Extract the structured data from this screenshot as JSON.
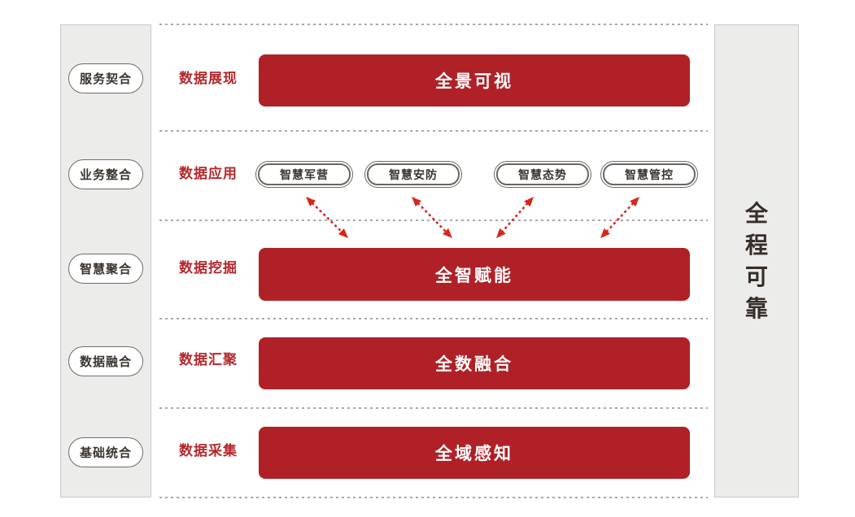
{
  "colors": {
    "bar_red": "#b02127",
    "label_red": "#b3282c",
    "arrow_red": "#d8261c",
    "sidebar_bg": "#ececeb",
    "pill_border": "#6b665f",
    "dotted_line": "#a8a8a8"
  },
  "left_sidebar": {
    "items": [
      {
        "label": "服务契合"
      },
      {
        "label": "业务整合"
      },
      {
        "label": "智慧聚合"
      },
      {
        "label": "数据融合"
      },
      {
        "label": "基础统合"
      }
    ]
  },
  "right_sidebar": {
    "label": "全程可靠",
    "chars": [
      "全",
      "程",
      "可",
      "靠"
    ]
  },
  "rows": [
    {
      "label": "数据展现",
      "bar": "全景可视"
    },
    {
      "label": "数据应用",
      "pills": [
        "智慧军营",
        "智慧安防",
        "智慧态势",
        "智慧管控"
      ]
    },
    {
      "label": "数据挖掘",
      "bar": "全智赋能"
    },
    {
      "label": "数据汇聚",
      "bar": "全数融合"
    },
    {
      "label": "数据采集",
      "bar": "全域感知"
    }
  ]
}
